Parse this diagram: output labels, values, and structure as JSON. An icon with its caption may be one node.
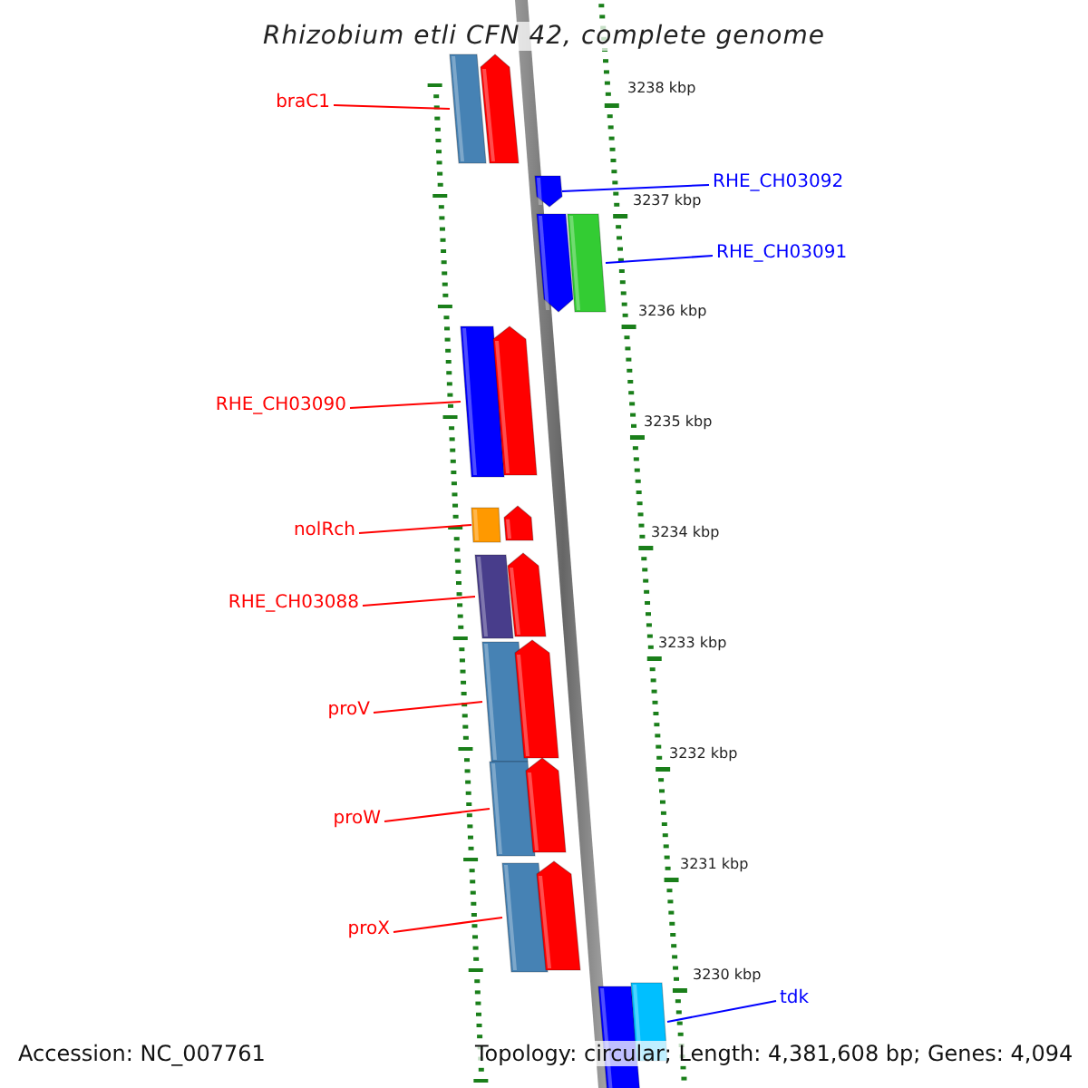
{
  "diagram": {
    "title": "Rhizobium etli CFN 42, complete genome",
    "nodes": [
      {
        "text": [
          "braC1"
        ]
      },
      {
        "text": [
          "RHE_CH03092"
        ]
      },
      {
        "text": [
          "RHE_CH03091"
        ]
      },
      {
        "text": [
          "RHE_CH03090"
        ]
      },
      {
        "text": [
          "nolRch"
        ]
      },
      {
        "text": [
          "RHE_CH03088"
        ]
      },
      {
        "text": [
          "proV"
        ]
      },
      {
        "text": [
          "proW"
        ]
      },
      {
        "text": [
          "proX"
        ]
      },
      {
        "text": [
          "tdk"
        ]
      },
      {
        "text": [],
        "shape": "bar"
      },
      {
        "text": [],
        "shape": "bar"
      },
      {
        "text": [],
        "shape": "bar"
      },
      {
        "text": [],
        "shape": "bar"
      },
      {
        "text": [],
        "shape": "bar"
      },
      {
        "text": [],
        "shape": "bar"
      },
      {
        "text": [],
        "shape": "bar"
      },
      {
        "text": [],
        "shape": "bar"
      },
      {
        "text": [],
        "shape": "bar"
      },
      {
        "text": [],
        "shape": "bar"
      }
    ],
    "edges": [
      {
        "from": 0,
        "to": 10,
        "arrow": "none"
      },
      {
        "from": 1,
        "to": 11,
        "arrow": "none",
        "color": "#0000ff"
      },
      {
        "from": 2,
        "to": 12,
        "arrow": "none",
        "color": "#0000ff"
      },
      {
        "from": 3,
        "to": 13,
        "arrow": "none"
      },
      {
        "from": 4,
        "to": 14,
        "arrow": "none"
      },
      {
        "from": 5,
        "to": 15,
        "arrow": "none"
      },
      {
        "from": 6,
        "to": 16,
        "arrow": "none"
      },
      {
        "from": 7,
        "to": 17,
        "arrow": "none"
      },
      {
        "from": 8,
        "to": 18,
        "arrow": "none"
      },
      {
        "from": 9,
        "to": 19,
        "arrow": "none",
        "color": "#0000ff"
      }
    ],
    "labels": [
      "3238 kbp",
      "3237 kbp",
      "3236 kbp",
      "3235 kbp",
      "3234 kbp",
      "3233 kbp",
      "3232 kbp",
      "3231 kbp",
      "3230 kbp",
      "Accession: NC_007761",
      "Topology: circular; Length: 4,381,608 bp; Genes: 4,094"
    ]
  }
}
